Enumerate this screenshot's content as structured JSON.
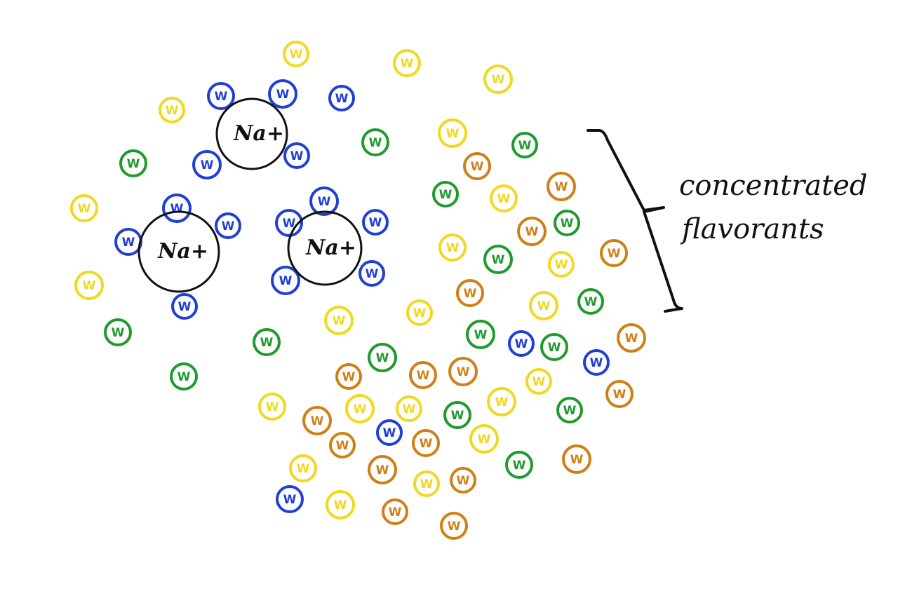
{
  "colors": {
    "background": "#ffffff",
    "ink": "#111111",
    "yellow": "#f2d81e",
    "blue": "#1f3fd6",
    "green": "#1e9a2e",
    "orange": "#d07f16"
  },
  "ions": [
    {
      "label": "Na+"
    },
    {
      "label": "Na+"
    },
    {
      "label": "Na+"
    }
  ],
  "molecule_glyph": "W",
  "annotation": {
    "line1": "concentrated",
    "line2": "flavorants"
  }
}
